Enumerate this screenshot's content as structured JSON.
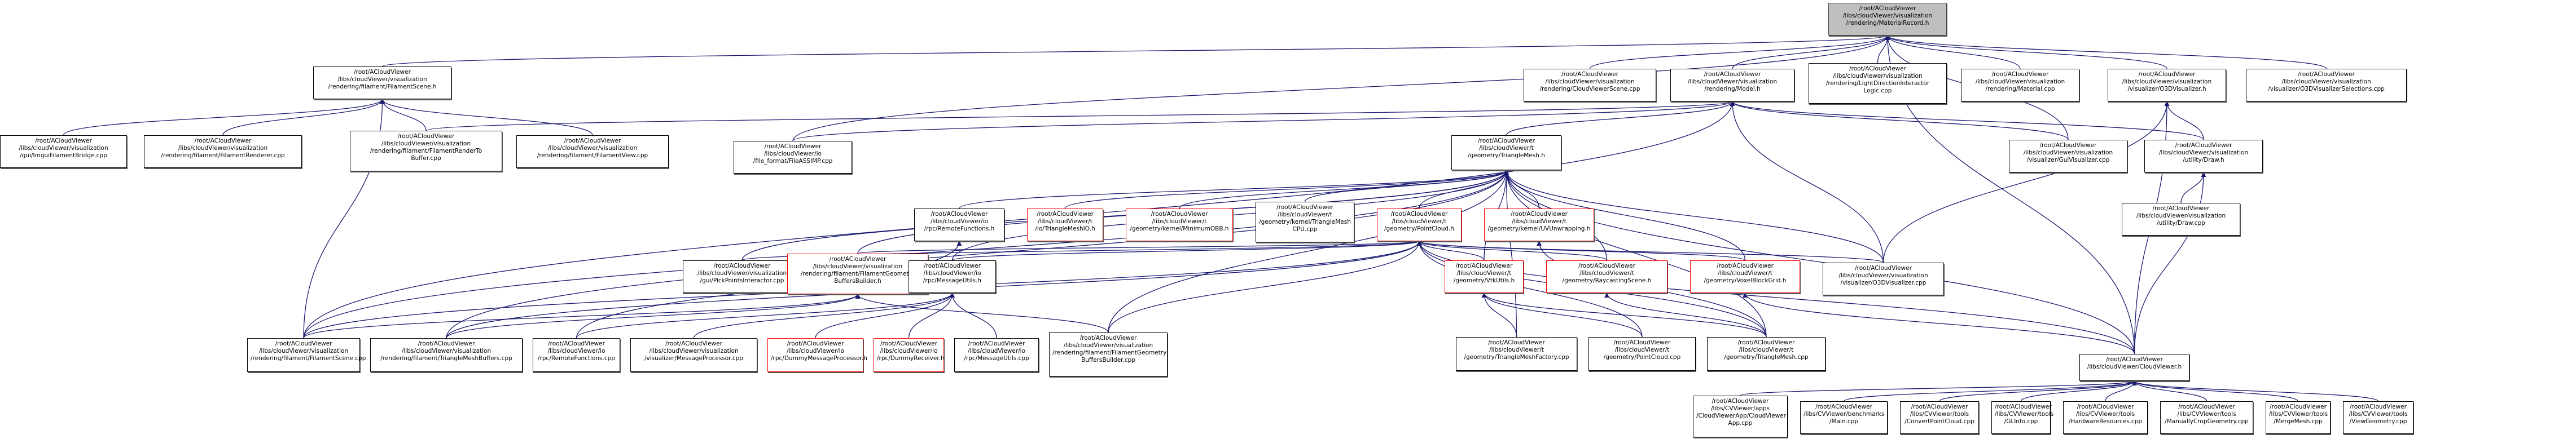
{
  "diagram": {
    "type": "include-dependency-graph",
    "edge_color": "#191970",
    "normal_border": "#000000",
    "incomplete_border": "#ff0000",
    "root_fill": "#bfbfbf",
    "nodes": [
      {
        "id": "root",
        "lines": [
          "/root/ACloudViewer",
          "/libs/cloudViewer/visualization",
          "/rendering/MaterialRecord.h"
        ],
        "style": "root"
      },
      {
        "id": "filamentScene_h",
        "lines": [
          "/root/ACloudViewer",
          "/libs/cloudViewer/visualization",
          "/rendering/filament/FilamentScene.h"
        ]
      },
      {
        "id": "cloudViewerScene",
        "lines": [
          "/root/ACloudViewer",
          "/libs/cloudViewer/visualization",
          "/rendering/CloudViewerScene.cpp"
        ]
      },
      {
        "id": "model_h",
        "lines": [
          "/root/ACloudViewer",
          "/libs/cloudViewer/visualization",
          "/rendering/Model.h"
        ]
      },
      {
        "id": "lightDir",
        "lines": [
          "/root/ACloudViewer",
          "/libs/cloudViewer/visualization",
          "/rendering/LightDirectionInteractor",
          "Logic.cpp"
        ]
      },
      {
        "id": "material_cpp",
        "lines": [
          "/root/ACloudViewer",
          "/libs/cloudViewer/visualization",
          "/rendering/Material.cpp"
        ]
      },
      {
        "id": "o3dvis_h",
        "lines": [
          "/root/ACloudViewer",
          "/libs/cloudViewer/visualization",
          "/visualizer/O3DVisualizer.h"
        ]
      },
      {
        "id": "o3dvisSel",
        "lines": [
          "/root/ACloudViewer",
          "/libs/cloudViewer/visualization",
          "/visualizer/O3DVisualizerSelections.cpp"
        ]
      },
      {
        "id": "imguiBridge",
        "lines": [
          "/root/ACloudViewer",
          "/libs/cloudViewer/visualization",
          "/gui/ImguiFilamentBridge.cpp"
        ]
      },
      {
        "id": "filRenderer",
        "lines": [
          "/root/ACloudViewer",
          "/libs/cloudViewer/visualization",
          "/rendering/filament/FilamentRenderer.cpp"
        ]
      },
      {
        "id": "filRenderToBuffer",
        "lines": [
          "/root/ACloudViewer",
          "/libs/cloudViewer/visualization",
          "/rendering/filament/FilamentRenderTo",
          "Buffer.cpp"
        ]
      },
      {
        "id": "filView",
        "lines": [
          "/root/ACloudViewer",
          "/libs/cloudViewer/visualization",
          "/rendering/filament/FilamentView.cpp"
        ]
      },
      {
        "id": "fileASSIMP",
        "lines": [
          "/root/ACloudViewer",
          "/libs/cloudViewer/io",
          "/file_format/FileASSIMP.cpp"
        ]
      },
      {
        "id": "triMesh_h",
        "lines": [
          "/root/ACloudViewer",
          "/libs/cloudViewer/t",
          "/geometry/TriangleMesh.h"
        ]
      },
      {
        "id": "guiVis",
        "lines": [
          "/root/ACloudViewer",
          "/libs/cloudViewer/visualization",
          "/visualizer/GuiVisualizer.cpp"
        ]
      },
      {
        "id": "draw_h",
        "lines": [
          "/root/ACloudViewer",
          "/libs/cloudViewer/visualization",
          "/utility/Draw.h"
        ]
      },
      {
        "id": "remoteFn_h",
        "lines": [
          "/root/ACloudViewer",
          "/libs/cloudViewer/io",
          "/rpc/RemoteFunctions.h"
        ]
      },
      {
        "id": "triMeshIO",
        "lines": [
          "/root/ACloudViewer",
          "/libs/cloudViewer/t",
          "/io/TriangleMeshIO.h"
        ],
        "style": "red"
      },
      {
        "id": "minOBB",
        "lines": [
          "/root/ACloudViewer",
          "/libs/cloudViewer/t",
          "/geometry/kernel/MinimumOBB.h"
        ],
        "style": "red"
      },
      {
        "id": "triMeshCPU",
        "lines": [
          "/root/ACloudViewer",
          "/libs/cloudViewer/t",
          "/geometry/kernel/TriangleMesh",
          "CPU.cpp"
        ]
      },
      {
        "id": "pointCloud_h",
        "lines": [
          "/root/ACloudViewer",
          "/libs/cloudViewer/t",
          "/geometry/PointCloud.h"
        ],
        "style": "red"
      },
      {
        "id": "uvUnwrap",
        "lines": [
          "/root/ACloudViewer",
          "/libs/cloudViewer/t",
          "/geometry/kernel/UVUnwrapping.h"
        ],
        "style": "red"
      },
      {
        "id": "draw_cpp",
        "lines": [
          "/root/ACloudViewer",
          "/libs/cloudViewer/visualization",
          "/utility/Draw.cpp"
        ]
      },
      {
        "id": "pickPoints",
        "lines": [
          "/root/ACloudViewer",
          "/libs/cloudViewer/visualization",
          "/gui/PickPointsInteractor.cpp"
        ]
      },
      {
        "id": "filGeomBB_h",
        "lines": [
          "/root/ACloudViewer",
          "/libs/cloudViewer/visualization",
          "/rendering/filament/FilamentGeometry",
          "BuffersBuilder.h"
        ],
        "style": "red"
      },
      {
        "id": "msgUtils_h",
        "lines": [
          "/root/ACloudViewer",
          "/libs/cloudViewer/io",
          "/rpc/MessageUtils.h"
        ]
      },
      {
        "id": "vtkUtils",
        "lines": [
          "/root/ACloudViewer",
          "/libs/cloudViewer/t",
          "/geometry/VtkUtils.h"
        ],
        "style": "red"
      },
      {
        "id": "raycasting",
        "lines": [
          "/root/ACloudViewer",
          "/libs/cloudViewer/t",
          "/geometry/RaycastingScene.h"
        ],
        "style": "red"
      },
      {
        "id": "voxelBlock",
        "lines": [
          "/root/ACloudViewer",
          "/libs/cloudViewer/t",
          "/geometry/VoxelBlockGrid.h"
        ],
        "style": "red"
      },
      {
        "id": "o3dvis_cpp",
        "lines": [
          "/root/ACloudViewer",
          "/libs/cloudViewer/visualization",
          "/visualizer/O3DVisualizer.cpp"
        ]
      },
      {
        "id": "filScene_cpp",
        "lines": [
          "/root/ACloudViewer",
          "/libs/cloudViewer/visualization",
          "/rendering/filament/FilamentScene.cpp"
        ]
      },
      {
        "id": "triMeshBuffers",
        "lines": [
          "/root/ACloudViewer",
          "/libs/cloudViewer/visualization",
          "/rendering/filament/TriangleMeshBuffers.cpp"
        ]
      },
      {
        "id": "remoteFn_cpp",
        "lines": [
          "/root/ACloudViewer",
          "/libs/cloudViewer/io",
          "/rpc/RemoteFunctions.cpp"
        ]
      },
      {
        "id": "msgProcessor",
        "lines": [
          "/root/ACloudViewer",
          "/libs/cloudViewer/visualization",
          "/visualizer/MessageProcessor.cpp"
        ]
      },
      {
        "id": "dummyMsgProc",
        "lines": [
          "/root/ACloudViewer",
          "/libs/cloudViewer/io",
          "/rpc/DummyMessageProcessor.h"
        ],
        "style": "red"
      },
      {
        "id": "dummyReceiver",
        "lines": [
          "/root/ACloudViewer",
          "/libs/cloudViewer/io",
          "/rpc/DummyReceiver.h"
        ],
        "style": "red"
      },
      {
        "id": "msgUtils_cpp",
        "lines": [
          "/root/ACloudViewer",
          "/libs/cloudViewer/io",
          "/rpc/MessageUtils.cpp"
        ]
      },
      {
        "id": "filGeomBB_cpp",
        "lines": [
          "/root/ACloudViewer",
          "/libs/cloudViewer/visualization",
          "/rendering/filament/FilamentGeometry",
          "BuffersBuilder.cpp"
        ]
      },
      {
        "id": "triMeshFactory",
        "lines": [
          "/root/ACloudViewer",
          "/libs/cloudViewer/t",
          "/geometry/TriangleMeshFactory.cpp"
        ]
      },
      {
        "id": "pointCloud_cpp",
        "lines": [
          "/root/ACloudViewer",
          "/libs/cloudViewer/t",
          "/geometry/PointCloud.cpp"
        ]
      },
      {
        "id": "triMesh_cpp",
        "lines": [
          "/root/ACloudViewer",
          "/libs/cloudViewer/t",
          "/geometry/TriangleMesh.cpp"
        ]
      },
      {
        "id": "cloudViewer_h",
        "lines": [
          "/root/ACloudViewer",
          "/libs/cloudViewer/CloudViewer.h"
        ]
      },
      {
        "id": "cvApp",
        "lines": [
          "/root/ACloudViewer",
          "/libs/CVViewer/apps",
          "/CloudViewerApp/CloudViewer",
          "App.cpp"
        ]
      },
      {
        "id": "benchMain",
        "lines": [
          "/root/ACloudViewer",
          "/libs/CVViewer/benchmarks",
          "/Main.cpp"
        ]
      },
      {
        "id": "convertPC",
        "lines": [
          "/root/ACloudViewer",
          "/libs/CVViewer/tools",
          "/ConvertPointCloud.cpp"
        ]
      },
      {
        "id": "glInfo",
        "lines": [
          "/root/ACloudViewer",
          "/libs/CVViewer/tools",
          "/GLInfo.cpp"
        ]
      },
      {
        "id": "hwRes",
        "lines": [
          "/root/ACloudViewer",
          "/libs/CVViewer/tools",
          "/HardwareResources.cpp"
        ]
      },
      {
        "id": "cropGeom",
        "lines": [
          "/root/ACloudViewer",
          "/libs/CVViewer/tools",
          "/ManuallyCropGeometry.cpp"
        ]
      },
      {
        "id": "mergeMesh",
        "lines": [
          "/root/ACloudViewer",
          "/libs/CVViewer/tools",
          "/MergeMesh.cpp"
        ]
      },
      {
        "id": "viewGeom",
        "lines": [
          "/root/ACloudViewer",
          "/libs/CVViewer/tools",
          "/ViewGeometry.cpp"
        ]
      }
    ],
    "edges": [
      [
        "filamentScene_h",
        "root"
      ],
      [
        "cloudViewerScene",
        "root"
      ],
      [
        "model_h",
        "root"
      ],
      [
        "lightDir",
        "root"
      ],
      [
        "material_cpp",
        "root"
      ],
      [
        "o3dvis_h",
        "root"
      ],
      [
        "o3dvisSel",
        "root"
      ],
      [
        "fileASSIMP",
        "root"
      ],
      [
        "guiVis",
        "root"
      ],
      [
        "cloudViewer_h",
        "root"
      ],
      [
        "imguiBridge",
        "filamentScene_h"
      ],
      [
        "filRenderer",
        "filamentScene_h"
      ],
      [
        "filRenderToBuffer",
        "filamentScene_h"
      ],
      [
        "filView",
        "filamentScene_h"
      ],
      [
        "filScene_cpp",
        "filamentScene_h"
      ],
      [
        "fileASSIMP",
        "model_h"
      ],
      [
        "triMesh_h",
        "model_h"
      ],
      [
        "guiVis",
        "model_h"
      ],
      [
        "draw_h",
        "model_h"
      ],
      [
        "o3dvis_cpp",
        "model_h"
      ],
      [
        "filScene_cpp",
        "model_h"
      ],
      [
        "filRenderToBuffer",
        "model_h"
      ],
      [
        "draw_h",
        "o3dvis_h"
      ],
      [
        "o3dvis_cpp",
        "o3dvis_h"
      ],
      [
        "cloudViewer_h",
        "o3dvis_h"
      ],
      [
        "draw_cpp",
        "draw_h"
      ],
      [
        "cloudViewer_h",
        "draw_h"
      ],
      [
        "remoteFn_h",
        "triMesh_h"
      ],
      [
        "triMeshIO",
        "triMesh_h"
      ],
      [
        "minOBB",
        "triMesh_h"
      ],
      [
        "triMeshCPU",
        "triMesh_h"
      ],
      [
        "pointCloud_h",
        "triMesh_h"
      ],
      [
        "uvUnwrap",
        "triMesh_h"
      ],
      [
        "pickPoints",
        "triMesh_h"
      ],
      [
        "filGeomBB_h",
        "triMesh_h"
      ],
      [
        "msgUtils_h",
        "triMesh_h"
      ],
      [
        "vtkUtils",
        "triMesh_h"
      ],
      [
        "raycasting",
        "triMesh_h"
      ],
      [
        "voxelBlock",
        "triMesh_h"
      ],
      [
        "o3dvis_cpp",
        "triMesh_h"
      ],
      [
        "filScene_cpp",
        "triMesh_h"
      ],
      [
        "triMeshBuffers",
        "triMesh_h"
      ],
      [
        "filGeomBB_cpp",
        "triMesh_h"
      ],
      [
        "triMeshFactory",
        "triMesh_h"
      ],
      [
        "triMesh_cpp",
        "triMesh_h"
      ],
      [
        "cloudViewer_h",
        "triMesh_h"
      ],
      [
        "remoteFn_cpp",
        "remoteFn_h"
      ],
      [
        "pickPoints",
        "pointCloud_h"
      ],
      [
        "filGeomBB_h",
        "pointCloud_h"
      ],
      [
        "msgUtils_h",
        "pointCloud_h"
      ],
      [
        "vtkUtils",
        "pointCloud_h"
      ],
      [
        "raycasting",
        "pointCloud_h"
      ],
      [
        "voxelBlock",
        "pointCloud_h"
      ],
      [
        "o3dvis_cpp",
        "pointCloud_h"
      ],
      [
        "filScene_cpp",
        "pointCloud_h"
      ],
      [
        "triMeshBuffers",
        "pointCloud_h"
      ],
      [
        "filGeomBB_cpp",
        "pointCloud_h"
      ],
      [
        "pointCloud_cpp",
        "pointCloud_h"
      ],
      [
        "triMesh_cpp",
        "pointCloud_h"
      ],
      [
        "cloudViewer_h",
        "pointCloud_h"
      ],
      [
        "triMesh_cpp",
        "uvUnwrap"
      ],
      [
        "filScene_cpp",
        "filGeomBB_h"
      ],
      [
        "triMeshBuffers",
        "filGeomBB_h"
      ],
      [
        "filGeomBB_cpp",
        "filGeomBB_h"
      ],
      [
        "remoteFn_cpp",
        "msgUtils_h"
      ],
      [
        "msgProcessor",
        "msgUtils_h"
      ],
      [
        "dummyMsgProc",
        "msgUtils_h"
      ],
      [
        "dummyReceiver",
        "msgUtils_h"
      ],
      [
        "msgUtils_cpp",
        "msgUtils_h"
      ],
      [
        "triMeshFactory",
        "vtkUtils"
      ],
      [
        "pointCloud_cpp",
        "vtkUtils"
      ],
      [
        "triMesh_cpp",
        "vtkUtils"
      ],
      [
        "triMesh_cpp",
        "raycasting"
      ],
      [
        "cloudViewer_h",
        "voxelBlock"
      ],
      [
        "cvApp",
        "cloudViewer_h"
      ],
      [
        "benchMain",
        "cloudViewer_h"
      ],
      [
        "convertPC",
        "cloudViewer_h"
      ],
      [
        "glInfo",
        "cloudViewer_h"
      ],
      [
        "hwRes",
        "cloudViewer_h"
      ],
      [
        "cropGeom",
        "cloudViewer_h"
      ],
      [
        "mergeMesh",
        "cloudViewer_h"
      ],
      [
        "viewGeom",
        "cloudViewer_h"
      ]
    ]
  }
}
